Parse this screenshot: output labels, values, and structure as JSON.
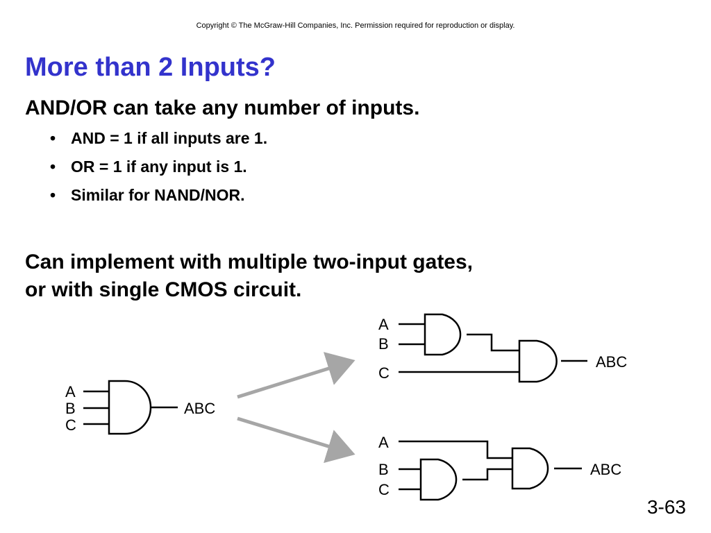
{
  "copyright": "Copyright © The McGraw-Hill Companies, Inc.  Permission required for reproduction or display.",
  "title": "More than 2 Inputs?",
  "subtitle": "AND/OR can take any number of inputs.",
  "bullets": [
    "AND = 1 if all inputs are 1.",
    "OR = 1 if any input is 1.",
    "Similar for NAND/NOR."
  ],
  "paragraph": {
    "line1": "Can implement with multiple two-input gates,",
    "line2": "or with single CMOS circuit."
  },
  "diagram": {
    "single_gate": {
      "inputs": [
        "A",
        "B",
        "C"
      ],
      "output": "ABC"
    },
    "two_gate_top": {
      "inputs": [
        "A",
        "B",
        "C"
      ],
      "output": "ABC"
    },
    "two_gate_bottom": {
      "inputs": [
        "A",
        "B",
        "C"
      ],
      "output": "ABC"
    },
    "arrow_color": "#a6a6a6"
  },
  "slide_number": "3-63"
}
